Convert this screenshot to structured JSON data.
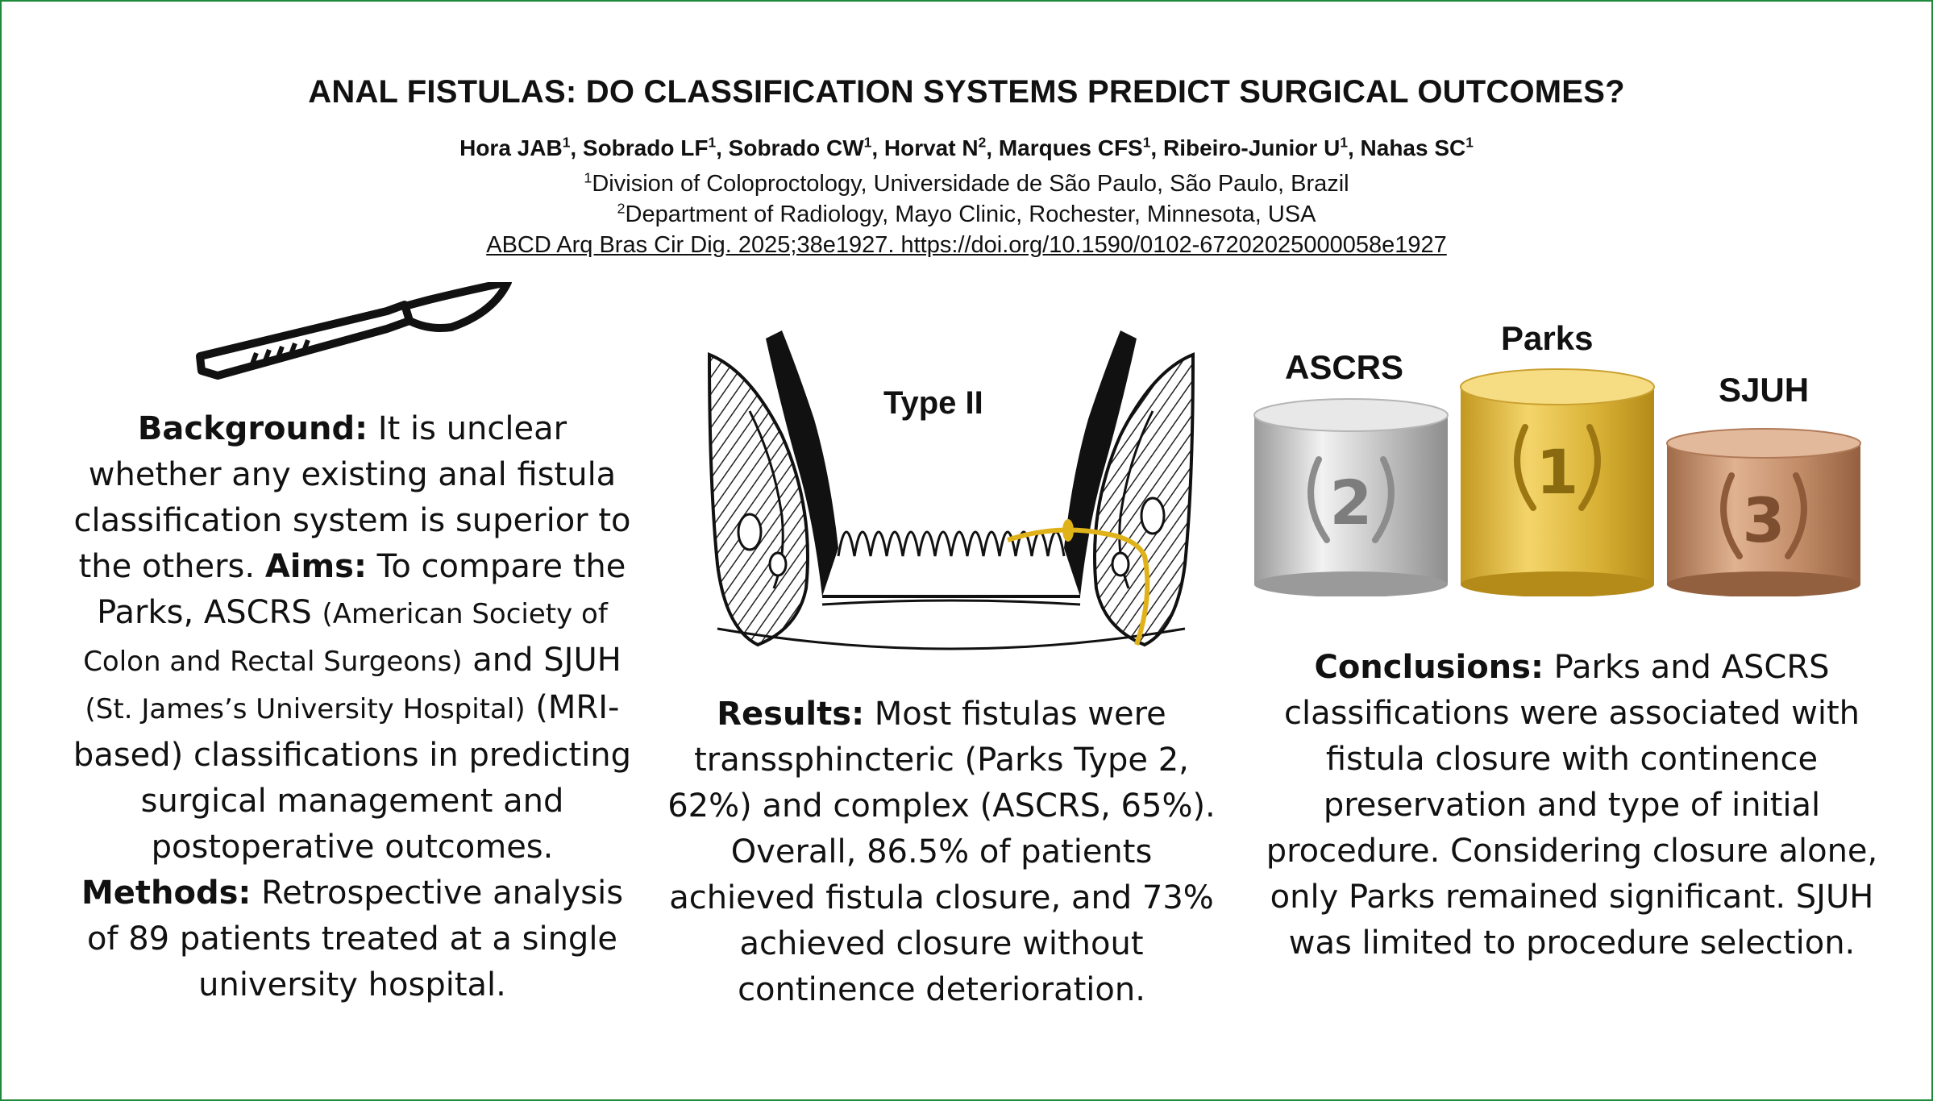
{
  "header": {
    "title": "ANAL FISTULAS: DO CLASSIFICATION SYSTEMS PREDICT SURGICAL OUTCOMES?",
    "authors": [
      {
        "name": "Hora JAB",
        "sup": "1"
      },
      {
        "name": "Sobrado LF",
        "sup": "1"
      },
      {
        "name": "Sobrado CW",
        "sup": "1"
      },
      {
        "name": "Horvat N",
        "sup": "2"
      },
      {
        "name": "Marques CFS",
        "sup": "1"
      },
      {
        "name": "Ribeiro-Junior U",
        "sup": "1"
      },
      {
        "name": "Nahas SC",
        "sup": "1"
      }
    ],
    "affiliation1": {
      "sup": "1",
      "text": "Division of Coloproctology, Universidade de São Paulo, São Paulo, Brazil"
    },
    "affiliation2": {
      "sup": "2",
      "text": "Department of Radiology, Mayo Clinic, Rochester, Minnesota, USA"
    },
    "citation": "ABCD Arq Bras Cir Dig. 2025;38e1927. https://doi.org/10.1590/0102-67202025000058e1927"
  },
  "background": {
    "bg_heading": "Background:",
    "bg_text": " It is unclear whether any existing anal fistula classification system is superior to the others. ",
    "aims_heading": "Aims:",
    "aims_text_1": " To compare the Parks, ASCRS ",
    "aims_small_1": "(American Society of Colon and Rectal Surgeons)",
    "aims_text_2": " and SJUH ",
    "aims_small_2": "(St. James’s University Hospital)",
    "aims_text_3": " (MRI-based) classifications in predicting surgical management and postoperative outcomes.",
    "methods_heading": "Methods:",
    "methods_text": " Retrospective analysis of 89 patients treated at a single university hospital."
  },
  "figure": {
    "type_label": "Type II"
  },
  "results": {
    "heading": "Results:",
    "text": " Most fistulas were transsphincteric (Parks Type 2, 62%) and complex (ASCRS, 65%). Overall, 86.5% of patients achieved fistula closure, and 73% achieved closure without continence deterioration."
  },
  "podium": {
    "first": {
      "label": "Parks",
      "rank": "1",
      "color": "#d9b236"
    },
    "second": {
      "label": "ASCRS",
      "rank": "2",
      "color": "#c0c0c0"
    },
    "third": {
      "label": "SJUH",
      "rank": "3",
      "color": "#c08a66"
    }
  },
  "conclusions": {
    "heading": "Conclusions:",
    "text": " Parks and ASCRS classifications were associated with fistula closure with continence preservation and type of initial procedure. Considering closure alone, only Parks remained significant. SJUH was limited to procedure selection."
  },
  "colors": {
    "border": "#1f8a3b",
    "seton": "#e0b21a"
  },
  "icons": [
    "scalpel-icon",
    "anal-canal-illustration",
    "podium-icon",
    "laurel-wreath-icon"
  ]
}
